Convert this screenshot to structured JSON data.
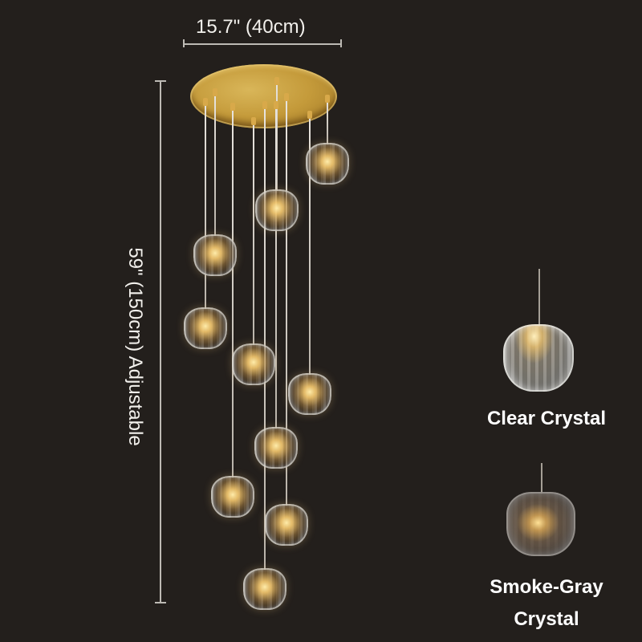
{
  "dimensions": {
    "width_label": "15.7\" (40cm)",
    "height_label": "59\" (150cm) Adjustable"
  },
  "product": {
    "type": "spiral-crystal-pendant-chandelier",
    "canopy_finish": "brass",
    "pendant_count": 10
  },
  "variants": [
    {
      "label": "Clear Crystal",
      "swatch": "clear-crystal-pendant"
    },
    {
      "label_line1": "Smoke-Gray",
      "label_line2": "Crystal",
      "swatch": "smoke-gray-crystal-pendant"
    }
  ],
  "colors": {
    "background": "#231f1c",
    "brass": "#c49a3a",
    "dimension_line": "#bdbab4",
    "text": "#ffffff"
  }
}
